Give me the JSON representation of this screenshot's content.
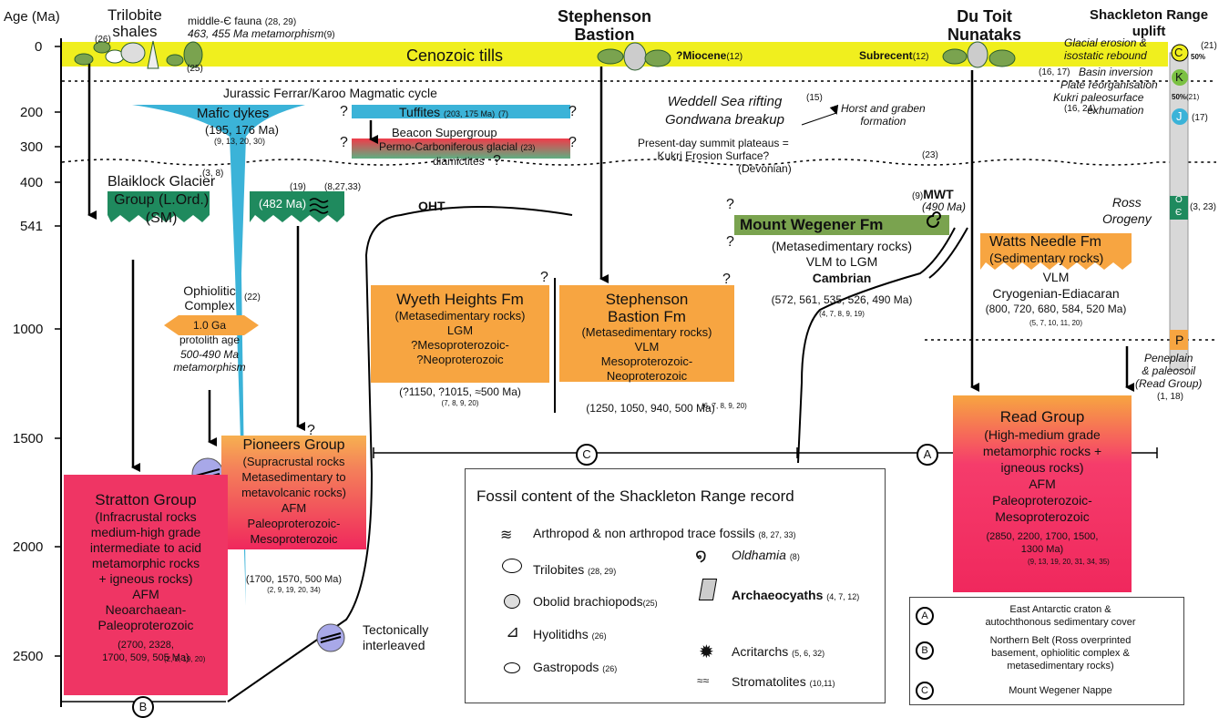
{
  "axis": {
    "title": "Age (Ma)",
    "ticks": [
      "0",
      "200",
      "300",
      "400",
      "541",
      "1000",
      "1500",
      "2000",
      "2500"
    ]
  },
  "headers": {
    "trilobite": "Trilobite\nshales",
    "trilobite_ref": "(26)",
    "trilobite_ref2": "(25)",
    "middle_fauna": "middle-Є fauna",
    "middle_fauna_ref": "(28, 29)",
    "metamorphism": "463, 455 Ma metamorphism",
    "metamorphism_ref": "(9)",
    "stephenson": "Stephenson\nBastion",
    "dutoit": "Du Toit\nNunataks",
    "uplift": "Shackleton Range\nuplift"
  },
  "cenozoic": {
    "label": "Cenozoic tills",
    "miocene": "?Miocene",
    "miocene_ref": "(12)",
    "subrecent": "Subrecent",
    "subrecent_ref": "(12)"
  },
  "uplift_notes": {
    "glacial": "Glacial erosion &\nisostatic rebound",
    "glacial_ref": "(21)",
    "basin": "Basin inversion",
    "basin_ref": "(16, 17)",
    "plate": "Plate reorganisation",
    "kukri": "Kukri paleosurface\nexhumation",
    "kukri_ref": "(16, 24)",
    "pct1": "50%",
    "pct2": "50%",
    "pct2_ref": "(21)",
    "j_ref": "(17)",
    "oc_ref": "(3, 23)",
    "c": "C",
    "k": "K",
    "j": "J",
    "o": "O",
    "e": "Є",
    "p": "P",
    "peneplain": "Peneplain\n& paleosoil\n(Read Group)",
    "peneplain_ref": "(1, 18)"
  },
  "jurassic": {
    "title": "Jurassic Ferrar/Karoo Magmatic cycle",
    "mafic": "Mafic dykes",
    "mafic_age": "(195, 176 Ma)",
    "mafic_ref": "(9, 13, 20, 30)",
    "tuffites": "Tuffites",
    "tuffites_age": "(203, 175 Ma)",
    "tuffites_ref": "(7)",
    "beacon": "Beacon Supergroup",
    "permo": "Permo-Carboniferous glacial",
    "permo_ref": "(23)",
    "diamictites": "diamictites",
    "weddell": "Weddell Sea rifting\nGondwana breakup",
    "weddell_ref": "(15)",
    "horst": "Horst and graben\nformation",
    "plateaus": "Present-day summit plateaus =\nKukri Erosion Surface?",
    "plateaus_ref": "(23)",
    "devonian": "(Devonian)"
  },
  "blaiklock": {
    "name": "Blaiklock Glacier\nGroup (L.Ord.)\n(SM)",
    "ref": "(3, 8)",
    "age482": "(482 Ma)",
    "ref19": "(19)",
    "ref_trace": "(8,27,33)"
  },
  "oht": "OHT",
  "mwt": "MWT",
  "mwt_ref": "(9)",
  "mwt_age": "(490 Ma)",
  "mount_wegener": {
    "name": "Mount Wegener Fm",
    "desc": "(Metasedimentary rocks)\nVLM to LGM",
    "period": "Cambrian",
    "ages": "(572, 561, 535, 526, 490 Ma)",
    "ref": "(4, 7, 8, 9, 19)"
  },
  "ross": "Ross\nOrogeny",
  "watts": {
    "name": "Watts Needle Fm",
    "desc": "(Sedimentary rocks)",
    "grade": "VLM",
    "period": "Cryogenian-Ediacaran",
    "ages": "(800, 720, 680, 584, 520 Ma)",
    "ref": "(5, 7, 10, 11, 20)"
  },
  "ophiolitic": {
    "name": "Ophiolitic\nComplex",
    "ref": "(22)",
    "ga": "1.0 Ga",
    "protolith": "protolith age",
    "meta": "500-490 Ma\nmetamorphism"
  },
  "wyeth": {
    "name": "Wyeth Heights Fm",
    "desc": "(Metasedimentary rocks)\nLGM\n?Mesoproterozoic-\n?Neoproterozoic",
    "ages": "(?1150, ?1015, ≈500 Ma)",
    "ref": "(7, 8, 9, 20)"
  },
  "stephenson_fm": {
    "name": "Stephenson\nBastion Fm",
    "desc": "(Metasedimentary rocks)\nVLM\nMesoproterozoic-\nNeoproterozoic",
    "ages": "(1250, 1050, 940, 500 Ma)",
    "ref": "(6, 7, 8, 9, 20)"
  },
  "read": {
    "name": "Read Group",
    "desc": "(High-medium grade\nmetamorphic rocks +\nigneous rocks)\nAFM\nPaleoproterozoic-\nMesoproterozoic",
    "ages": "(2850, 2200, 1700, 1500,\n1300 Ma)",
    "ref": "(9, 13, 19, 20, 31, 34, 35)"
  },
  "pioneers": {
    "name": "Pioneers Group",
    "desc": "(Supracrustal rocks\nMetasedimentary to\nmetavolcanic rocks)\nAFM\nPaleoproterozoic-\nMesoproterozoic",
    "ages": "(1700, 1570, 500 Ma)",
    "ref": "(2, 9, 19, 20, 34)"
  },
  "stratton": {
    "name": "Stratton Group",
    "desc": "(Infracrustal rocks\nmedium-high grade\nintermediate to acid\nmetamorphic rocks\n+ igneous rocks)\nAFM\nNeoarchaean-\nPaleoproterozoic",
    "ages": "(2700, 2328,\n1700, 509, 505 Ma)",
    "ref": "(2, 3, 19, 20)"
  },
  "tectonic": "Tectonically\ninterleaved",
  "circle_a": "A",
  "circle_b": "B",
  "circle_c": "C",
  "q": "?",
  "fossil_legend": {
    "title": "Fossil content of the Shackleton Range record",
    "items": [
      {
        "label": "Arthropod & non arthropod trace fossils",
        "ref": "(8, 27, 33)"
      },
      {
        "label": "Trilobites",
        "ref": "(28, 29)"
      },
      {
        "label": "Obolid brachiopods",
        "ref": "(25)"
      },
      {
        "label": "Hyolitidhs",
        "ref": "(26)"
      },
      {
        "label": "Gastropods",
        "ref": "(26)"
      },
      {
        "label": "Oldhamia",
        "ref": "(8)"
      },
      {
        "label": "Archaeocyaths",
        "ref": "(4, 7, 12)"
      },
      {
        "label": "Acritarchs",
        "ref": "(5, 6, 32)"
      },
      {
        "label": "Stromatolites",
        "ref": "(10,11)"
      }
    ]
  },
  "unit_legend": {
    "a": "East Antarctic craton &\nautochthonous sedimentary cover",
    "b": "Northern Belt (Ross overprinted\nbasement, ophiolitic complex &\nmetasedimentary rocks)",
    "c": "Mount Wegener Nappe"
  },
  "colors": {
    "cenozoic": "#f0ef1e",
    "dyke": "#3bb3d8",
    "green": "#1f8a5e",
    "olive": "#7aa34f",
    "orange": "#f7a541",
    "red": "#ef3564",
    "purple_disc": "#a8a8e8"
  }
}
